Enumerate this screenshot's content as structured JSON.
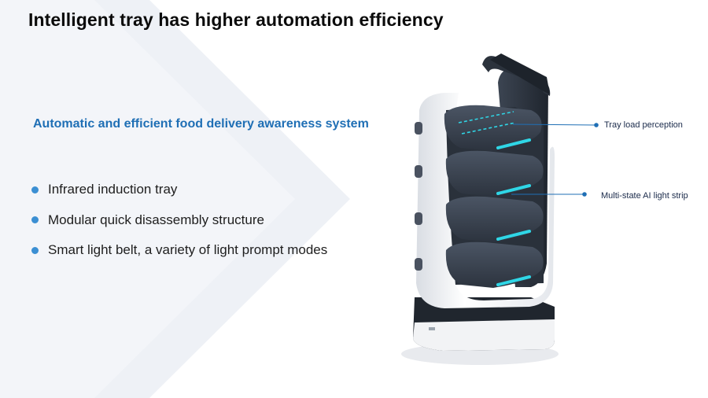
{
  "slide": {
    "title": "Intelligent tray has higher automation efficiency",
    "subtitle": "Automatic and efficient food delivery awareness system",
    "bullets": [
      "Infrared induction tray",
      "Modular quick disassembly structure",
      "Smart light belt, a variety of light prompt modes"
    ]
  },
  "callouts": {
    "tray_load": "Tray load perception",
    "light_strip": "Multi-state AI light strip"
  },
  "colors": {
    "accent": "#1f6fb5",
    "bullet": "#3b8fd3",
    "light_strip": "#2fd6e6",
    "chevron": "#eef1f6"
  },
  "image": {
    "robot": "delivery-robot-with-trays"
  }
}
